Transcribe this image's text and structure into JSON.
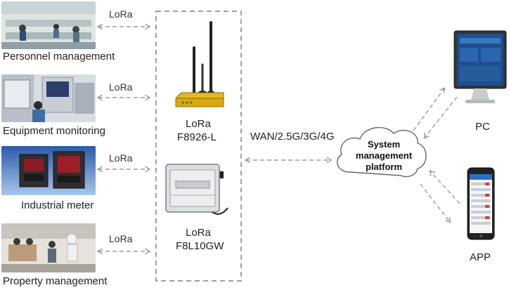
{
  "sources": [
    {
      "label": "Personnel management",
      "link": "LoRa"
    },
    {
      "label": "Equipment monitoring",
      "link": "LoRa"
    },
    {
      "label": "Industrial meter",
      "link": "LoRa"
    },
    {
      "label": "Property management",
      "link": "LoRa"
    }
  ],
  "gateways": [
    {
      "line1": "LoRa",
      "line2": "F8926-L"
    },
    {
      "line1": "LoRa",
      "line2": "F8L10GW"
    }
  ],
  "uplink": "WAN/2.5G/3G/4G",
  "platform": {
    "line1": "System",
    "line2": "management",
    "line3": "platform"
  },
  "clients": {
    "pc": "PC",
    "app": "APP"
  },
  "colors": {
    "arrow": "#9a9a9a",
    "router": "#e6b820",
    "box_border": "#666666"
  }
}
